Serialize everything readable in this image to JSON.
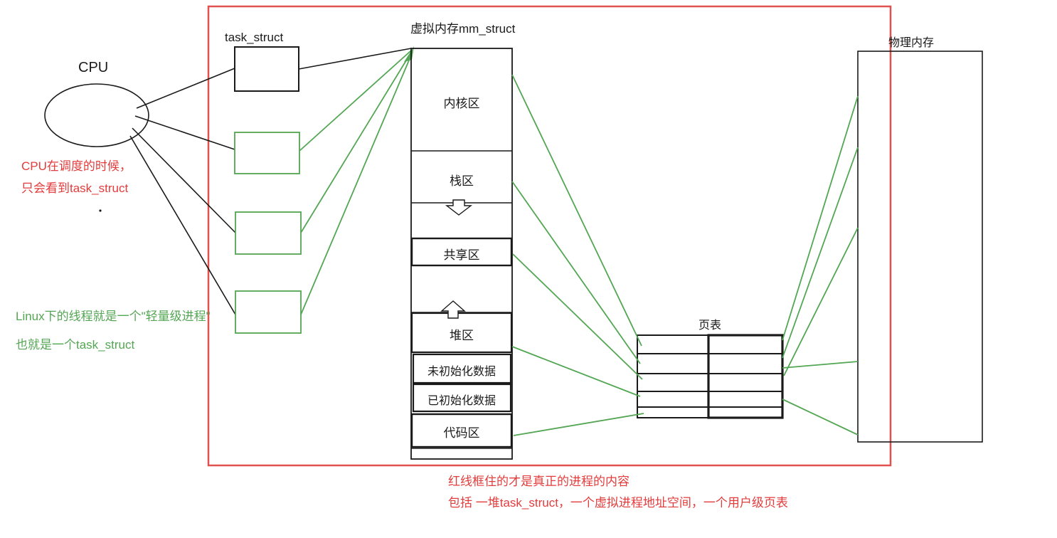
{
  "colors": {
    "black": "#1a1a1a",
    "green": "#53a653",
    "red_box": "#e0514f",
    "red_text": "#e23c3c",
    "background": "#ffffff"
  },
  "cpu": {
    "label": "CPU"
  },
  "task_struct": {
    "label": "task_struct"
  },
  "vm": {
    "title": "虚拟内存mm_struct",
    "sections": [
      {
        "label": "内核区"
      },
      {
        "label": "栈区"
      },
      {
        "label": "共享区"
      },
      {
        "label": "堆区"
      },
      {
        "label": "未初始化数据"
      },
      {
        "label": "已初始化数据"
      },
      {
        "label": "代码区"
      }
    ]
  },
  "page_table": {
    "label": "页表",
    "rows": 5,
    "columns": 2
  },
  "physical_memory": {
    "label": "物理内存"
  },
  "annotations": {
    "cpu_note_line1": "CPU在调度的时候，",
    "cpu_note_line2": "只会看到task_struct",
    "thread_note_line1": "Linux下的线程就是一个\"轻量级进程\"",
    "thread_note_line2": "也就是一个task_struct",
    "process_note_line1": "红线框住的才是真正的进程的内容",
    "process_note_line2": "包括 一堆task_struct，一个虚拟进程地址空间，一个用户级页表"
  }
}
